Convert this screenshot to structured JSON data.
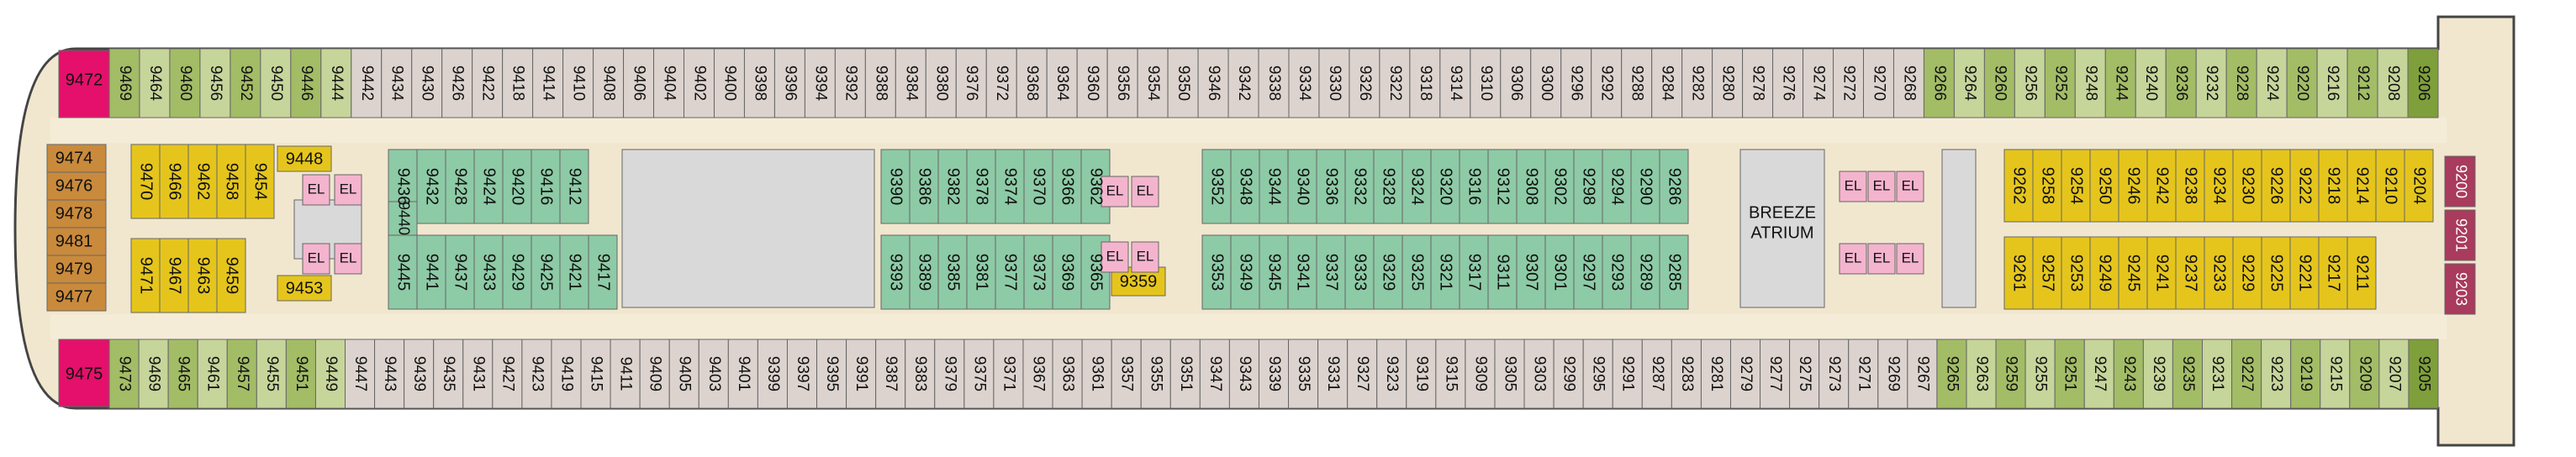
{
  "colors": {
    "hull": "#f1e7cf",
    "hull_stroke": "#444444",
    "corridor": "#f5ecd8",
    "interior": "#d9d9d9",
    "green_dark": "#7e9f3b",
    "green_mid": "#a3bc66",
    "green_light": "#c6d59a",
    "outside_grey": "#dcd3cf",
    "ocean_teal": "#8dcaa6",
    "yellow": "#e5c51c",
    "orange": "#c98a3c",
    "magenta": "#e4106b",
    "pink": "#f4b4ce",
    "maroon": "#a93b5c",
    "text": "#111111"
  },
  "labels": {
    "atrium": [
      "BREEZE",
      "ATRIUM"
    ],
    "elevator": "EL"
  },
  "rows": {
    "top_outer": {
      "cabins": [
        "9469",
        "9464",
        "9460",
        "9456",
        "9452",
        "9450",
        "9446",
        "9444",
        "9442",
        "9434",
        "9430",
        "9426",
        "9422",
        "9418",
        "9414",
        "9410",
        "9408",
        "9406",
        "9404",
        "9402",
        "9400",
        "9398",
        "9396",
        "9394",
        "9392",
        "9388",
        "9384",
        "9380",
        "9376",
        "9372",
        "9368",
        "9364",
        "9360",
        "9356",
        "9354",
        "9350",
        "9346",
        "9342",
        "9338",
        "9334",
        "9330",
        "9326",
        "9322",
        "9318",
        "9314",
        "9310",
        "9306",
        "9300",
        "9296",
        "9292",
        "9288",
        "9284",
        "9282",
        "9280",
        "9278",
        "9276",
        "9274",
        "9272",
        "9270",
        "9268",
        "9266",
        "9264",
        "9260",
        "9256",
        "9252",
        "9248",
        "9244",
        "9240",
        "9236",
        "9232",
        "9228",
        "9224",
        "9220",
        "9216",
        "9212",
        "9208",
        "9206"
      ]
    },
    "top_inner_aft": {
      "cabins": [
        "9470",
        "9466",
        "9462",
        "9458",
        "9454"
      ]
    },
    "top_inner_mid": {
      "cabins": [
        "9436",
        "9432",
        "9428",
        "9424",
        "9420",
        "9416",
        "9412"
      ]
    },
    "top_inner_center": {
      "cabins": [
        "9390",
        "9386",
        "9382",
        "9378",
        "9374",
        "9370",
        "9366",
        "9362"
      ]
    },
    "top_inner_fwd": {
      "cabins": [
        "9352",
        "9348",
        "9344",
        "9340",
        "9336",
        "9332",
        "9328",
        "9324",
        "9320",
        "9316",
        "9312",
        "9308",
        "9302",
        "9298",
        "9294",
        "9290",
        "9286"
      ]
    },
    "top_inner_bow": {
      "cabins": [
        "9262",
        "9258",
        "9254",
        "9250",
        "9246",
        "9242",
        "9238",
        "9234",
        "9230",
        "9226",
        "9222",
        "9218",
        "9214",
        "9210",
        "9204"
      ]
    },
    "bottom_inner_aft": {
      "cabins": [
        "9471",
        "9467",
        "9463",
        "9459"
      ]
    },
    "bottom_inner_mid": {
      "cabins": [
        "9445",
        "9441",
        "9437",
        "9433",
        "9429",
        "9425",
        "9421",
        "9417"
      ]
    },
    "bottom_inner_center": {
      "cabins": [
        "9393",
        "9389",
        "9385",
        "9381",
        "9377",
        "9373",
        "9369",
        "9365"
      ]
    },
    "bottom_inner_fwd": {
      "cabins": [
        "9353",
        "9349",
        "9345",
        "9341",
        "9337",
        "9333",
        "9329",
        "9325",
        "9321",
        "9317",
        "9311",
        "9307",
        "9301",
        "9297",
        "9293",
        "9289",
        "9285"
      ]
    },
    "bottom_inner_bow": {
      "cabins": [
        "9261",
        "9257",
        "9253",
        "9249",
        "9245",
        "9241",
        "9237",
        "9233",
        "9229",
        "9225",
        "9221",
        "9217",
        "9211"
      ]
    },
    "bottom_outer": {
      "cabins": [
        "9473",
        "9469",
        "9465",
        "9461",
        "9457",
        "9455",
        "9451",
        "9449",
        "9447",
        "9443",
        "9439",
        "9435",
        "9431",
        "9427",
        "9423",
        "9419",
        "9415",
        "9411",
        "9409",
        "9405",
        "9403",
        "9401",
        "9399",
        "9397",
        "9395",
        "9391",
        "9387",
        "9383",
        "9379",
        "9375",
        "9371",
        "9367",
        "9363",
        "9361",
        "9357",
        "9355",
        "9351",
        "9347",
        "9343",
        "9339",
        "9335",
        "9331",
        "9327",
        "9323",
        "9319",
        "9315",
        "9309",
        "9305",
        "9303",
        "9299",
        "9295",
        "9291",
        "9287",
        "9283",
        "9281",
        "9279",
        "9277",
        "9275",
        "9273",
        "9271",
        "9269",
        "9267",
        "9265",
        "9263",
        "9259",
        "9255",
        "9251",
        "9247",
        "9243",
        "9239",
        "9235",
        "9231",
        "9227",
        "9223",
        "9219",
        "9215",
        "9209",
        "9207",
        "9205"
      ]
    }
  },
  "aft_suites": [
    "9474",
    "9476",
    "9478",
    "9481",
    "9479",
    "9477"
  ],
  "corner_cabins": [
    "9472",
    "9475"
  ],
  "special_cabins": {
    "aft_inside_top": "9448",
    "aft_inside_bottom": "9453",
    "aft_inside_mid": "9440",
    "center_inside": "9359"
  },
  "bow_maroon": [
    "9200",
    "9201",
    "9203"
  ]
}
